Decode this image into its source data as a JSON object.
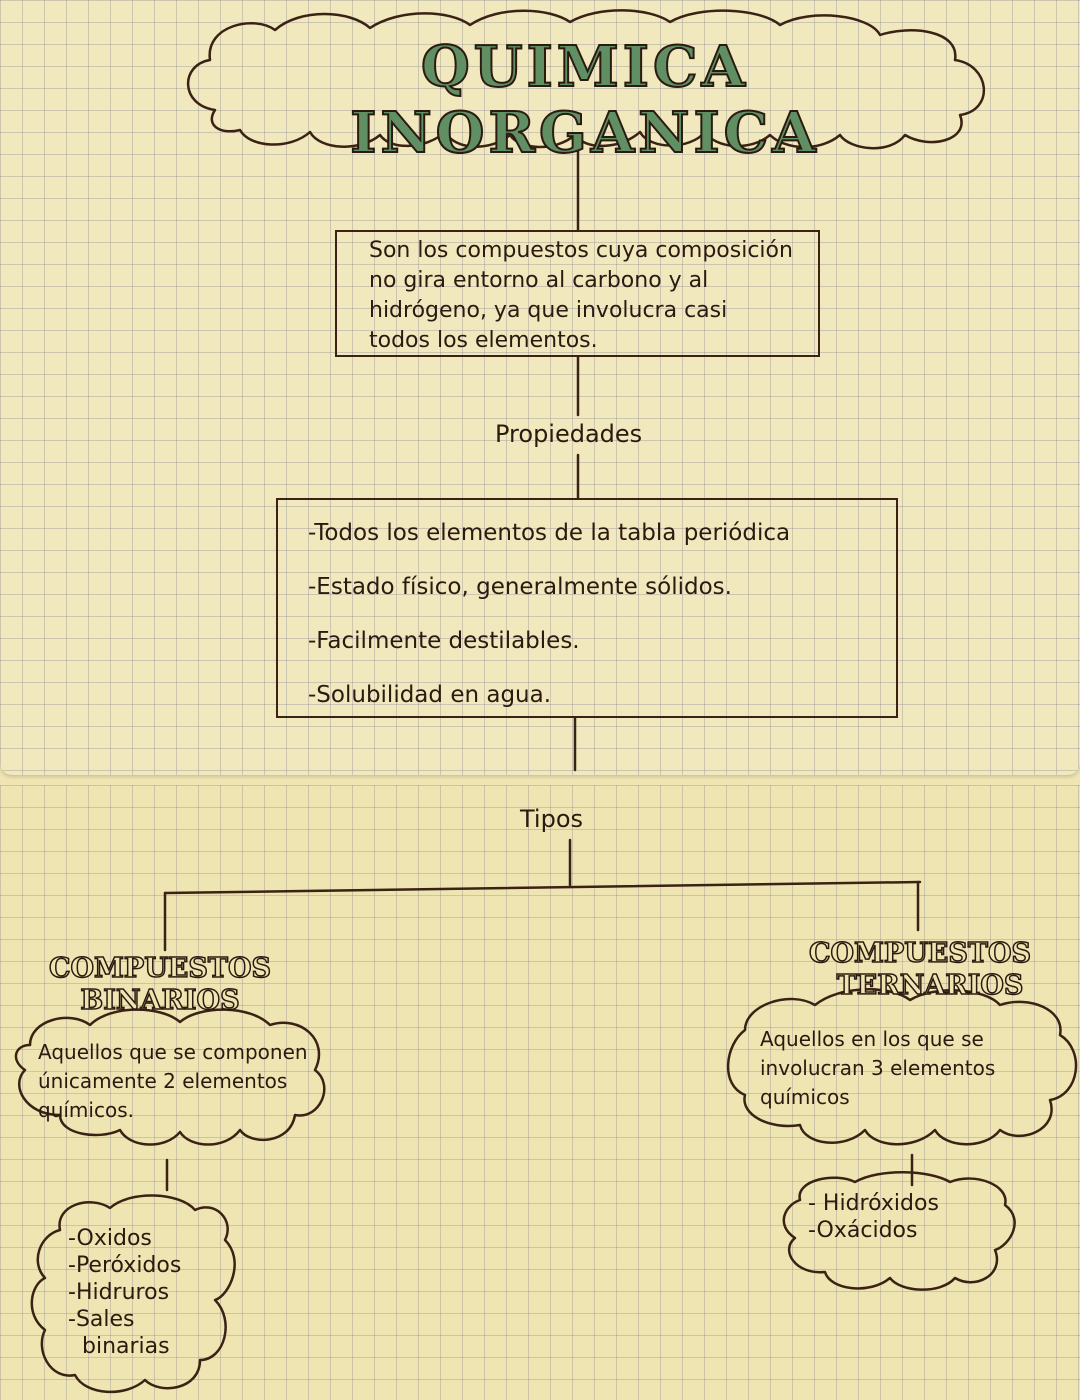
{
  "title": "QUIMICA INORGANICA",
  "definition": [
    "Son los compuestos cuya composición",
    "no gira entorno al carbono y al",
    "hidrógeno, ya que involucra casi",
    "todos los elementos."
  ],
  "properties_label": "Propiedades",
  "properties": [
    "-Todos los elementos de la tabla periódica",
    "-Estado físico, generalmente sólidos.",
    "-Facilmente destilables.",
    "-Solubilidad en agua."
  ],
  "types_label": "Tipos",
  "binary": {
    "title_line1": "COMPUESTOS",
    "title_line2": "BINARIOS",
    "description": [
      "Aquellos que se componen",
      "únicamente 2 elementos",
      "químicos."
    ],
    "examples": [
      "-Oxidos",
      "-Peróxidos",
      "-Hidruros",
      "-Sales",
      "binarias"
    ]
  },
  "ternary": {
    "title_line1": "COMPUESTOS",
    "title_line2": "TERNARIOS",
    "description": [
      "Aquellos en los que se",
      "involucran 3 elementos",
      "químicos"
    ],
    "examples": [
      "- Hidróxidos",
      "-Oxácidos"
    ]
  }
}
